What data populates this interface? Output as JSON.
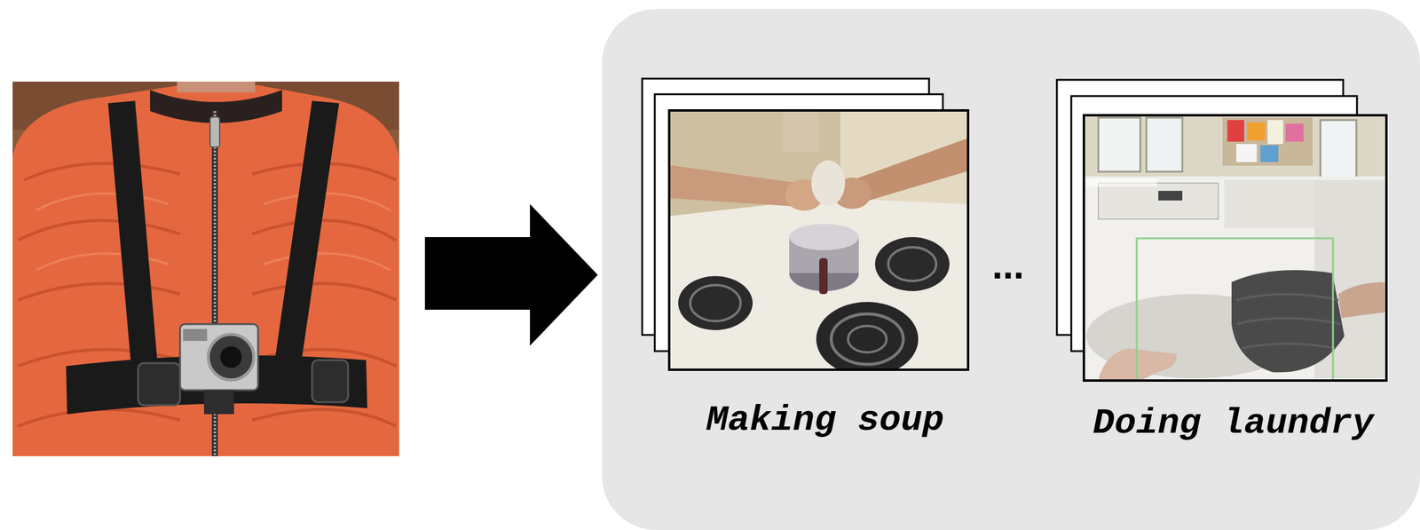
{
  "diagram": {
    "nodes": [
      {
        "text": [
          "..."
        ]
      },
      {
        "text": [
          "Making soup"
        ],
        "in": 0
      },
      {
        "text": [
          "Doing laundry"
        ],
        "in": 0
      }
    ]
  }
}
